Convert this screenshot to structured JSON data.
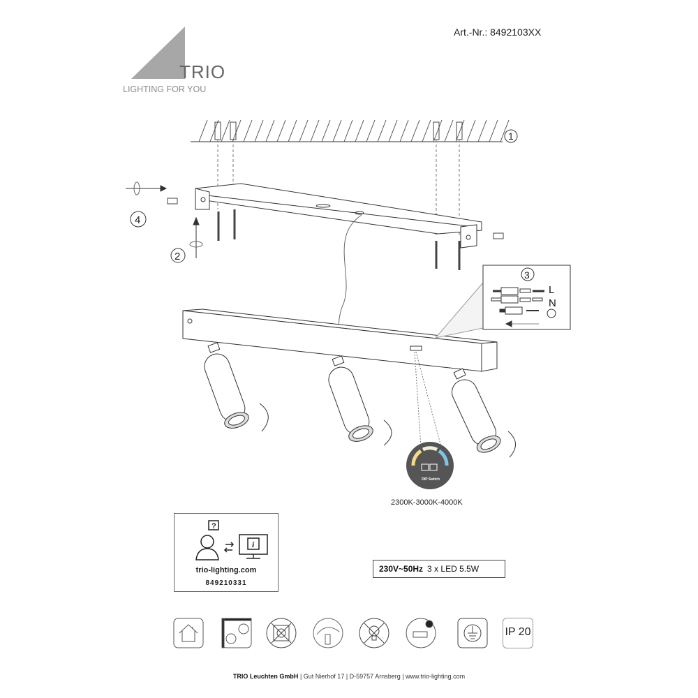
{
  "header": {
    "article_number": "Art.-Nr.: 8492103XX"
  },
  "logo": {
    "name": "TRIO",
    "tagline": "LIGHTING FOR YOU"
  },
  "steps": [
    "1",
    "2",
    "3",
    "4"
  ],
  "wiring": {
    "live": "L",
    "neutral": "N"
  },
  "dip_switch": {
    "label": "DIP Switch",
    "color_temps": "2300K-3000K-4000K",
    "colors": [
      "#f3d98a",
      "#f4f0d8",
      "#7fc4e8"
    ]
  },
  "info_box": {
    "url": "trio-lighting.com",
    "code": "849210331"
  },
  "spec": {
    "voltage": "230V~50Hz",
    "lamps": "3 x LED 5.5W"
  },
  "symbols": [
    "house-icon",
    "lamp-bulb-icon",
    "no-cover-icon",
    "dimmer-switch-icon",
    "led-not-replaceable-icon",
    "driver-replace-icon",
    "protective-earth-icon",
    "ip-rating"
  ],
  "ip_rating": "IP 20",
  "footer": {
    "company": "TRIO Leuchten GmbH",
    "address": "| Gut Nierhof 17 | D-59757 Arnsberg | www.trio-lighting.com"
  }
}
